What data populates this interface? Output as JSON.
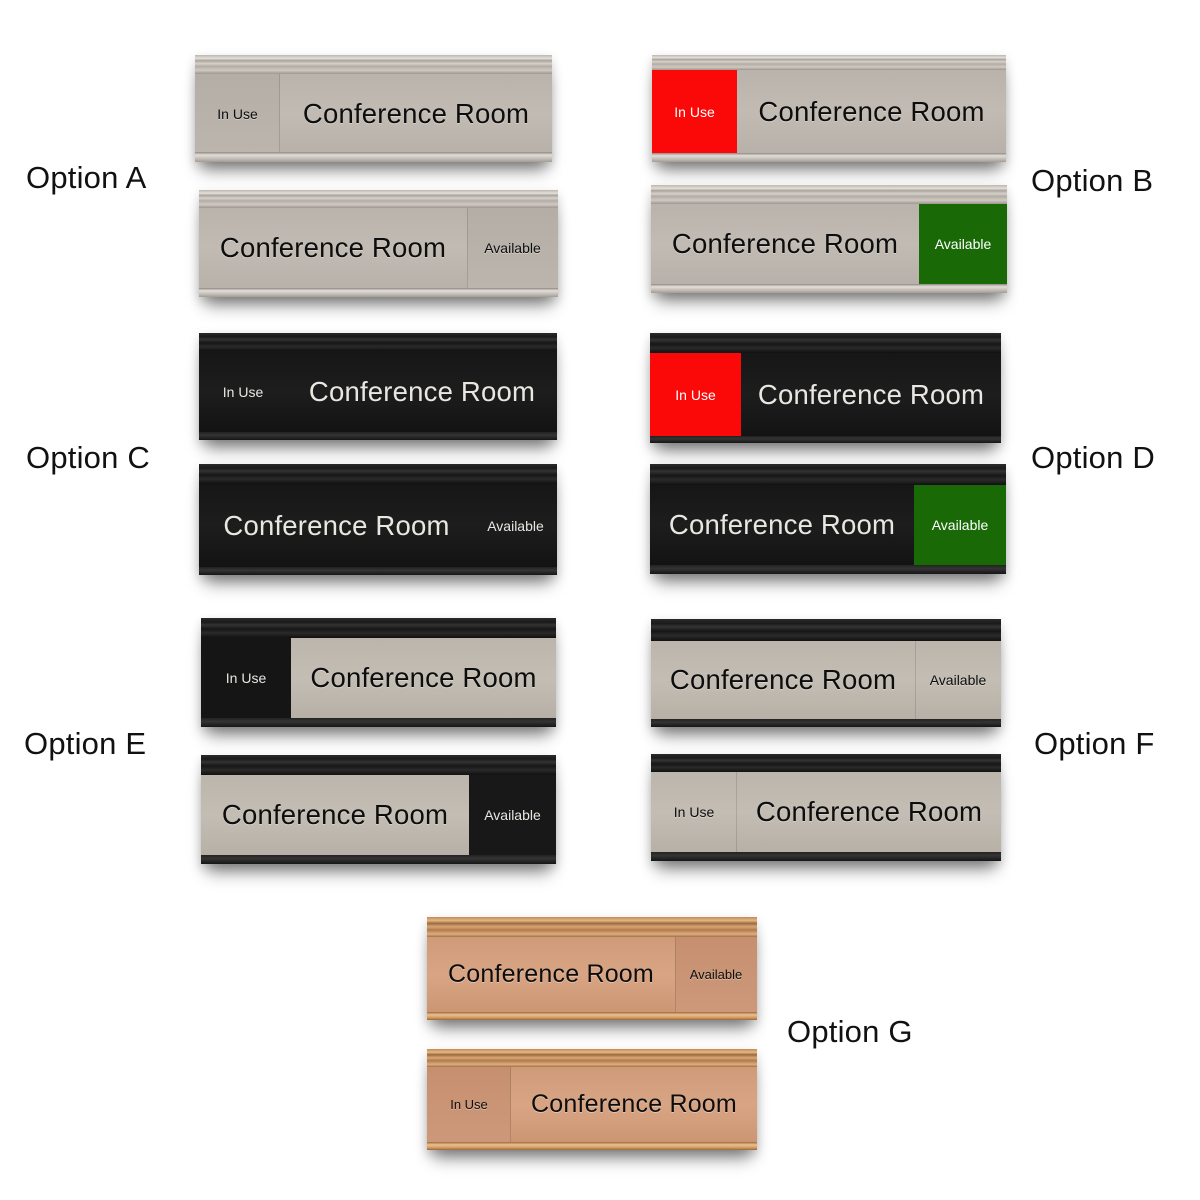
{
  "options": [
    {
      "id": "A",
      "label": "Option A",
      "finish": "silver frame, silver insert, engraved black text",
      "signs": [
        {
          "state_label": "In Use",
          "room_label": "Conference Room",
          "status_position": "left"
        },
        {
          "state_label": "Available",
          "room_label": "Conference Room",
          "status_position": "right"
        }
      ]
    },
    {
      "id": "B",
      "label": "Option B",
      "finish": "silver frame, silver insert, red/green status panels",
      "signs": [
        {
          "state_label": "In Use",
          "room_label": "Conference Room",
          "status_position": "left",
          "status_color": "#fb0808"
        },
        {
          "state_label": "Available",
          "room_label": "Conference Room",
          "status_position": "right",
          "status_color": "#196a07"
        }
      ]
    },
    {
      "id": "C",
      "label": "Option C",
      "finish": "black frame, black insert, white text",
      "signs": [
        {
          "state_label": "In Use",
          "room_label": "Conference Room",
          "status_position": "left"
        },
        {
          "state_label": "Available",
          "room_label": "Conference Room",
          "status_position": "right"
        }
      ]
    },
    {
      "id": "D",
      "label": "Option D",
      "finish": "black frame, black insert, red/green status panels",
      "signs": [
        {
          "state_label": "In Use",
          "room_label": "Conference Room",
          "status_position": "left",
          "status_color": "#fb0808"
        },
        {
          "state_label": "Available",
          "room_label": "Conference Room",
          "status_position": "right",
          "status_color": "#196a07"
        }
      ]
    },
    {
      "id": "E",
      "label": "Option E",
      "finish": "black frame, beige insert, black status slider",
      "signs": [
        {
          "state_label": "In Use",
          "room_label": "Conference Room",
          "status_position": "left"
        },
        {
          "state_label": "Available",
          "room_label": "Conference Room",
          "status_position": "right"
        }
      ]
    },
    {
      "id": "F",
      "label": "Option F",
      "finish": "black frame, beige insert, beige status slider",
      "signs": [
        {
          "state_label": "Available",
          "room_label": "Conference Room",
          "status_position": "right"
        },
        {
          "state_label": "In Use",
          "room_label": "Conference Room",
          "status_position": "left"
        }
      ]
    },
    {
      "id": "G",
      "label": "Option G",
      "finish": "copper frame, copper insert, engraved black text",
      "signs": [
        {
          "state_label": "Available",
          "room_label": "Conference Room",
          "status_position": "right"
        },
        {
          "state_label": "In Use",
          "room_label": "Conference Room",
          "status_position": "left"
        }
      ]
    }
  ],
  "colors": {
    "red_status": "#fb0808",
    "green_status": "#196a07",
    "silver": "#bcb6ae",
    "black": "#161616",
    "beige": "#bdb7ae",
    "copper": "#d29f7e"
  }
}
